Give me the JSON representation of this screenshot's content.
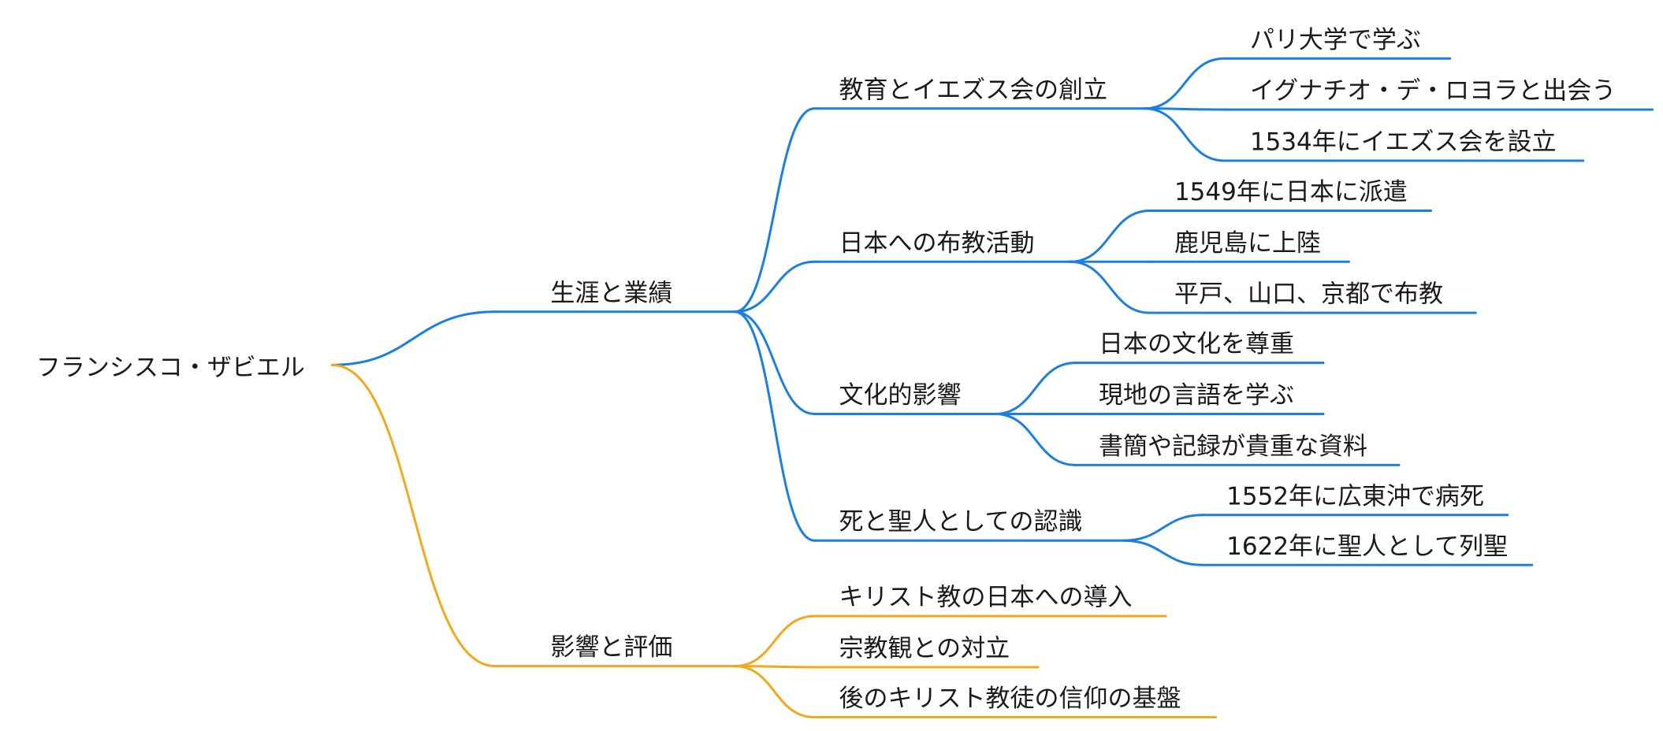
{
  "colors": {
    "branch_blue": "#1a7fe0",
    "branch_orange": "#f2a81d",
    "text": "#1a1a1a"
  },
  "root": {
    "label": "フランシスコ・ザビエル"
  },
  "branches": [
    {
      "id": "life",
      "label": "生涯と業績",
      "color": "blue",
      "children": [
        {
          "id": "education",
          "label": "教育とイエズス会の創立",
          "children": [
            {
              "id": "paris",
              "label": "パリ大学で学ぶ"
            },
            {
              "id": "loyola",
              "label": "イグナチオ・デ・ロヨラと出会う"
            },
            {
              "id": "founding",
              "label": "1534年にイエズス会を設立"
            }
          ]
        },
        {
          "id": "mission",
          "label": "日本への布教活動",
          "children": [
            {
              "id": "dispatch",
              "label": "1549年に日本に派遣"
            },
            {
              "id": "kagoshima",
              "label": "鹿児島に上陸"
            },
            {
              "id": "hirado",
              "label": "平戸、山口、京都で布教"
            }
          ]
        },
        {
          "id": "culture",
          "label": "文化的影響",
          "children": [
            {
              "id": "respect",
              "label": "日本の文化を尊重"
            },
            {
              "id": "language",
              "label": "現地の言語を学ぶ"
            },
            {
              "id": "letters",
              "label": "書簡や記録が貴重な資料"
            }
          ]
        },
        {
          "id": "death",
          "label": "死と聖人としての認識",
          "children": [
            {
              "id": "died",
              "label": "1552年に広東沖で病死"
            },
            {
              "id": "canonized",
              "label": "1622年に聖人として列聖"
            }
          ]
        }
      ]
    },
    {
      "id": "impact",
      "label": "影響と評価",
      "color": "orange",
      "children": [
        {
          "id": "intro",
          "label": "キリスト教の日本への導入"
        },
        {
          "id": "conflict",
          "label": "宗教観との対立"
        },
        {
          "id": "foundation",
          "label": "後のキリスト教徒の信仰の基盤"
        }
      ]
    }
  ]
}
